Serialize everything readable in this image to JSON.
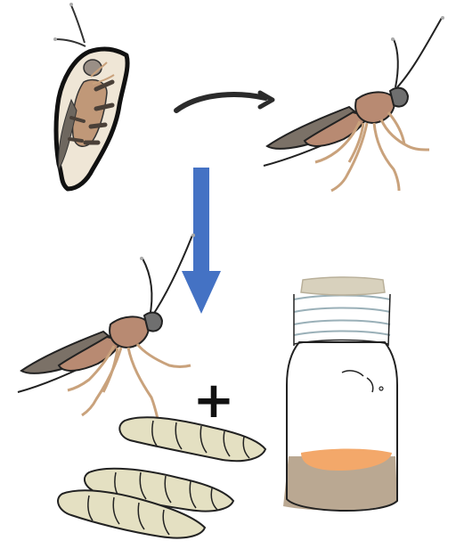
{
  "diagram": {
    "panels": [
      {
        "id": "pupa",
        "description_icon": "fly-pupa-icon"
      },
      {
        "id": "adult-top",
        "description_icon": "adult-fly-icon"
      },
      {
        "id": "adult-bottom",
        "description_icon": "adult-fly-icon"
      },
      {
        "id": "larvae",
        "description_icon": "larvae-icon"
      },
      {
        "id": "jar",
        "description_icon": "rearing-jar-icon"
      }
    ],
    "plus_symbol": "+",
    "colors": {
      "outline": "#111111",
      "arrow_down": "#4472c4",
      "arrow_curve": "#2b2b2b",
      "fly_body": "#b88a72",
      "fly_wing": "#7b7167",
      "fly_legs": "#c9a27c",
      "larva": "#e4e0c2",
      "jar_media": "#b29f86",
      "jar_top_layer": "#f3a86a",
      "jar_lid": "#d8d1bd",
      "jar_neck": "#9ab0b8"
    }
  }
}
